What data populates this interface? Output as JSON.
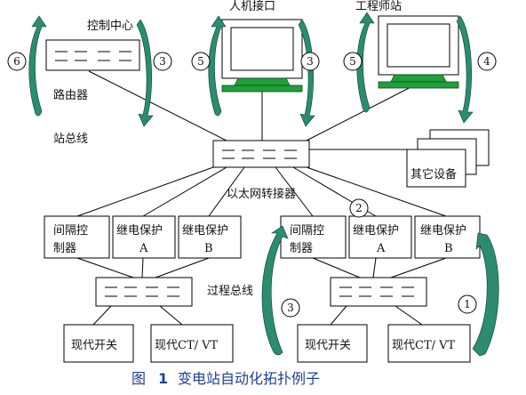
{
  "labels": {
    "control_center": "控制中心",
    "hmi": "人机接口",
    "engineer_station": "工程师站",
    "router": "路由器",
    "station_bus": "站总线",
    "other_devices": "其它设备",
    "ethernet_switch": "以太网转接器",
    "bay_ctrl_left_1": "间隔控",
    "bay_ctrl_left_2": "制器",
    "relay_a_left_1": "继电保护",
    "relay_a_left_2": "A",
    "relay_b_left_1": "继电保护",
    "relay_b_left_2": "B",
    "bay_ctrl_right_1": "间隔控",
    "bay_ctrl_right_2": "制器",
    "relay_a_right_1": "继电保护",
    "relay_a_right_2": "A",
    "relay_b_right_1": "继电保护",
    "relay_b_right_2": "B",
    "process_bus": "过程总线",
    "switch_left": "现代开关",
    "ctvt_left": "现代CT/ VT",
    "switch_right": "现代开关",
    "ctvt_right": "现代CT/ VT"
  },
  "caption": {
    "prefix": "图",
    "number": "1",
    "text": "变电站自动化拓扑例子"
  },
  "markers": {
    "m6": "6",
    "m3_control": "3",
    "m5_hmi": "5",
    "m3_hmi": "3",
    "m5_eng": "5",
    "m4_eng": "4",
    "m2": "2",
    "m3_process": "3",
    "m1": "1"
  },
  "colors": {
    "arrow_fill": "#2b8c6f",
    "monitor_base": "#1fa03a",
    "caption": "#1f3f9a"
  },
  "icons": [
    "monitor-icon",
    "curved-arrow-icon",
    "device-stack-icon"
  ]
}
